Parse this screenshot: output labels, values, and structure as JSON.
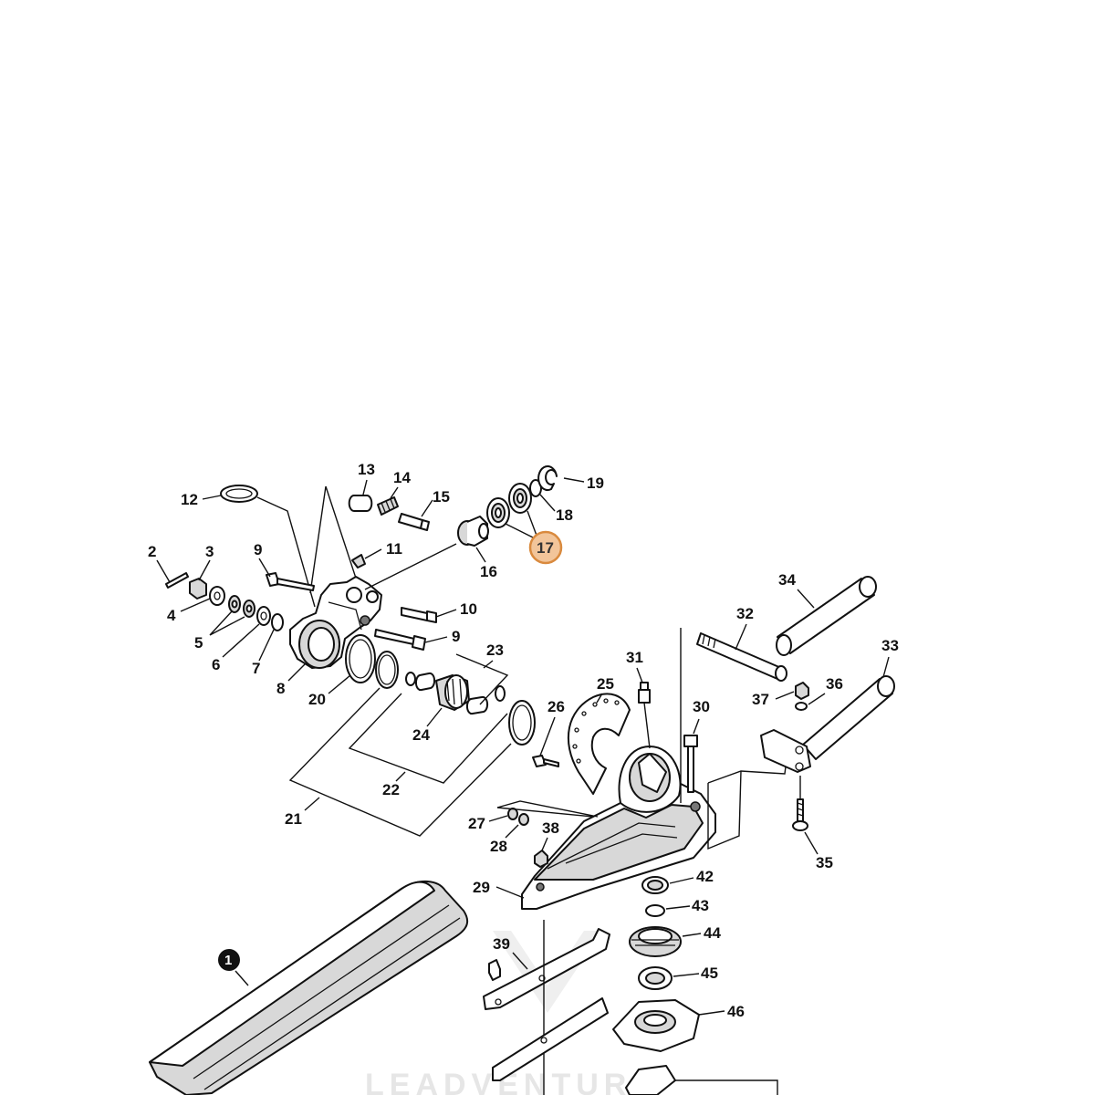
{
  "labels": {
    "p1": "1",
    "p2": "2",
    "p3": "3",
    "p4": "4",
    "p5": "5",
    "p6": "6",
    "p7": "7",
    "p8": "8",
    "p9a": "9",
    "p9b": "9",
    "p10": "10",
    "p11": "11",
    "p12": "12",
    "p13": "13",
    "p14": "14",
    "p15": "15",
    "p16": "16",
    "p17": "17",
    "p18": "18",
    "p19": "19",
    "p20": "20",
    "p21": "21",
    "p22": "22",
    "p23": "23",
    "p24": "24",
    "p25": "25",
    "p26": "26",
    "p27": "27",
    "p28": "28",
    "p29": "29",
    "p30": "30",
    "p31": "31",
    "p32": "32",
    "p33": "33",
    "p34": "34",
    "p35": "35",
    "p36": "36",
    "p37": "37",
    "p38": "38",
    "p39": "39",
    "p42": "42",
    "p43": "43",
    "p44": "44",
    "p45": "45",
    "p46": "46"
  },
  "highlighted_part": "17",
  "watermark": "LEADVENTURE",
  "colors": {
    "highlight_fill": "#f2c59a",
    "highlight_stroke": "#d98a3e",
    "line": "#111111",
    "watermark": "#e6e6e6"
  }
}
